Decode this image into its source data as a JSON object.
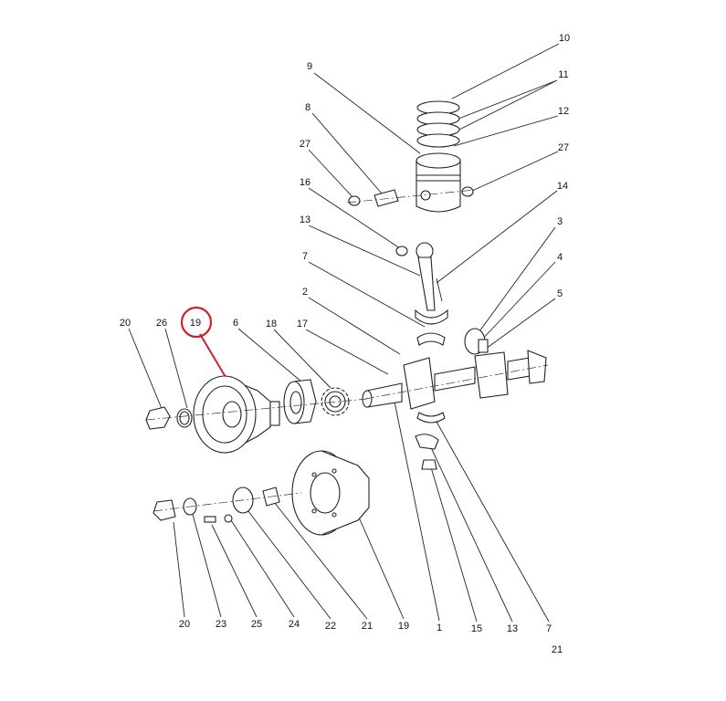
{
  "diagram": {
    "highlight_color": "#d0202a",
    "highlighted_label": "19",
    "labels": {
      "l10": "10",
      "l9": "9",
      "l11": "11",
      "l8": "8",
      "l12": "12",
      "l27a": "27",
      "l27b": "27",
      "l16": "16",
      "l14": "14",
      "l13a": "13",
      "l3": "3",
      "l7a": "7",
      "l4": "4",
      "l2": "2",
      "l5": "5",
      "l20a": "20",
      "l26": "26",
      "l19a": "19",
      "l6": "6",
      "l18": "18",
      "l17": "17",
      "l20b": "20",
      "l23": "23",
      "l25": "25",
      "l24": "24",
      "l22": "22",
      "l21a": "21",
      "l19b": "19",
      "l1": "1",
      "l15": "15",
      "l13b": "13",
      "l7b": "7",
      "l21b": "21"
    }
  }
}
